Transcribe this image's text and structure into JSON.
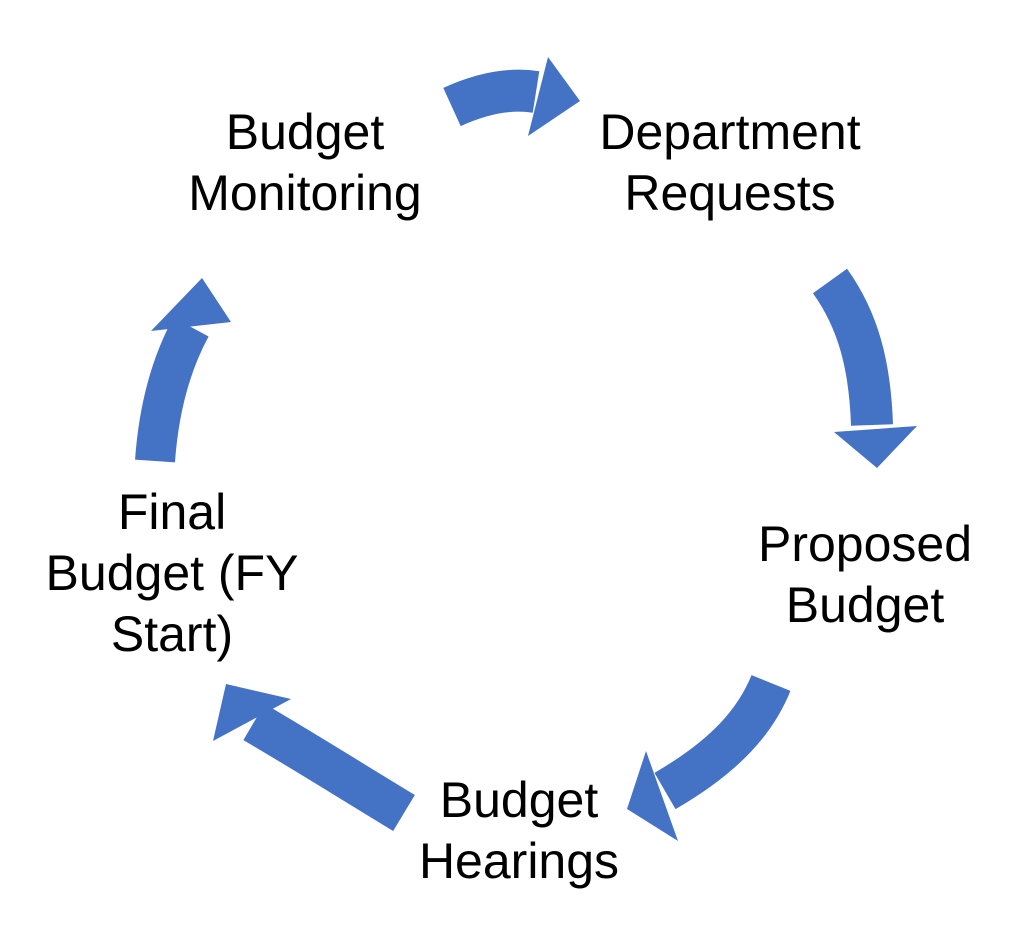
{
  "diagram": {
    "type": "cycle",
    "colors": {
      "arrow": "#4472C4",
      "text": "#000000",
      "background": "#FFFFFF"
    },
    "nodes": [
      {
        "id": "budget-monitoring",
        "label": "Budget Monitoring",
        "lines": [
          "Budget",
          "Monitoring"
        ]
      },
      {
        "id": "department-requests",
        "label": "Department Requests",
        "lines": [
          "Department",
          "Requests"
        ]
      },
      {
        "id": "proposed-budget",
        "label": "Proposed Budget",
        "lines": [
          "Proposed",
          "Budget"
        ]
      },
      {
        "id": "budget-hearings",
        "label": "Budget Hearings",
        "lines": [
          "Budget",
          "Hearings"
        ]
      },
      {
        "id": "final-budget",
        "label": "Final Budget (FY Start)",
        "lines": [
          "Final",
          "Budget (FY",
          "Start)"
        ]
      }
    ],
    "edges": [
      {
        "from": "budget-monitoring",
        "to": "department-requests"
      },
      {
        "from": "department-requests",
        "to": "proposed-budget"
      },
      {
        "from": "proposed-budget",
        "to": "budget-hearings"
      },
      {
        "from": "budget-hearings",
        "to": "final-budget"
      },
      {
        "from": "final-budget",
        "to": "budget-monitoring"
      }
    ]
  }
}
